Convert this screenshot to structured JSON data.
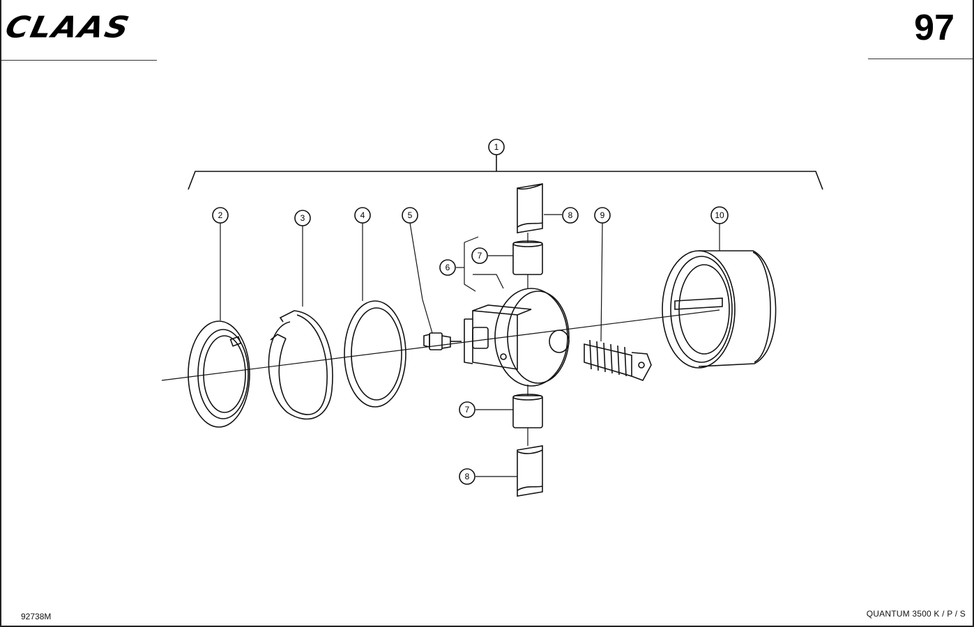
{
  "header": {
    "brand": "CLAAS",
    "page_number": "97"
  },
  "footer": {
    "drawing_code": "92738M",
    "model": "QUANTUM  3500 K / P / S"
  },
  "callouts": {
    "c1": "1",
    "c2": "2",
    "c3": "3",
    "c4": "4",
    "c5": "5",
    "c6": "6",
    "c7a": "7",
    "c7b": "7",
    "c8a": "8",
    "c8b": "8",
    "c9": "9",
    "c10": "10"
  }
}
